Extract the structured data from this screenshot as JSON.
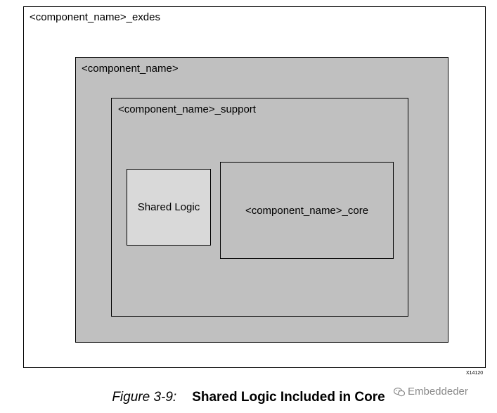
{
  "diagram": {
    "exdes_label": "<component_name>_exdes",
    "component_label": "<component_name>",
    "support_label": "<component_name>_support",
    "shared_logic_label": "Shared Logic",
    "core_label": "<component_name>_core",
    "figure_id": "X14120"
  },
  "caption": {
    "number": "Figure 3-9:",
    "title": "Shared Logic Included in Core"
  },
  "watermark": {
    "text": "Embeddeder",
    "icon": "wechat-icon"
  },
  "colors": {
    "box_fill": "#c0c0c0",
    "shared_fill": "#d9d9d9",
    "border": "#000000",
    "watermark": "#8a8a8a"
  }
}
